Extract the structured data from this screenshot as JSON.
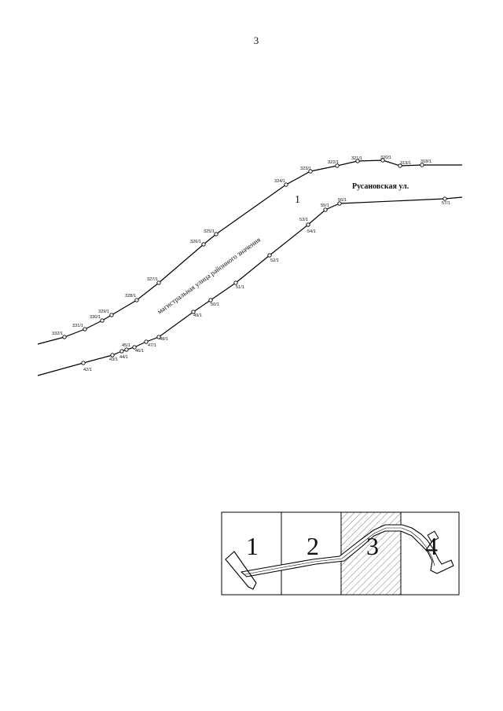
{
  "page_number": "3",
  "map": {
    "street_name": "Русановская ул.",
    "road_name": "магистральная улица районного значения",
    "area_number": "1",
    "top_labels": [
      "332/1",
      "331/1",
      "330/1",
      "329/1",
      "328/1",
      "327/1",
      "326/1",
      "325/1",
      "324/1",
      "323/1",
      "322/1",
      "321/1",
      "320/1",
      "319/1",
      "318/1"
    ],
    "bottom_labels": [
      "42/1",
      "43/1",
      "44/1",
      "45/1",
      "46/1",
      "47/1",
      "48/1",
      "49/1",
      "50/1",
      "51/1",
      "52/1",
      "53/1",
      "54/1",
      "55/1",
      "56/1",
      "57/1"
    ]
  },
  "index_map": {
    "sheets": [
      "1",
      "2",
      "3",
      "4"
    ],
    "highlighted_sheet": "3"
  }
}
